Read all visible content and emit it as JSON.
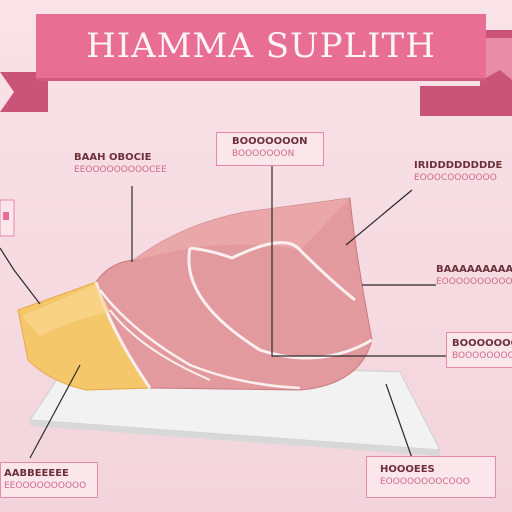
{
  "banner": {
    "title": "HIAMMA SUPLITH"
  },
  "labels": {
    "top_left_main": "BAAH OBOCIE",
    "top_left_sub": "EEOOOOOOOOOCEE",
    "top_center_main": "BOOOOOOON",
    "top_center_sub": "BOOOOOOON",
    "top_right_main": "IRIDDDDDDDDE",
    "top_right_sub": "EOOOCOOOOOOO",
    "mid_right_main": "BAAAAAAAAAAAN",
    "mid_right_sub": "EOOOOOOOOOOOO",
    "low_right_main": "BOOOOOOOS",
    "low_right_sub": "BOOOOOOOOO",
    "bottom_left_main": "AABBEEEEE",
    "bottom_left_sub": "EEOOOOOOOOOO",
    "bottom_right_main": "HOOOEES",
    "bottom_right_sub": "EOOOOOOOOCOOO"
  },
  "colors": {
    "banner": "#e86f93",
    "meat": "#e39a9e",
    "fat": "#f5c76b",
    "plate": "#eeeeee",
    "line": "#2b2b2b"
  }
}
